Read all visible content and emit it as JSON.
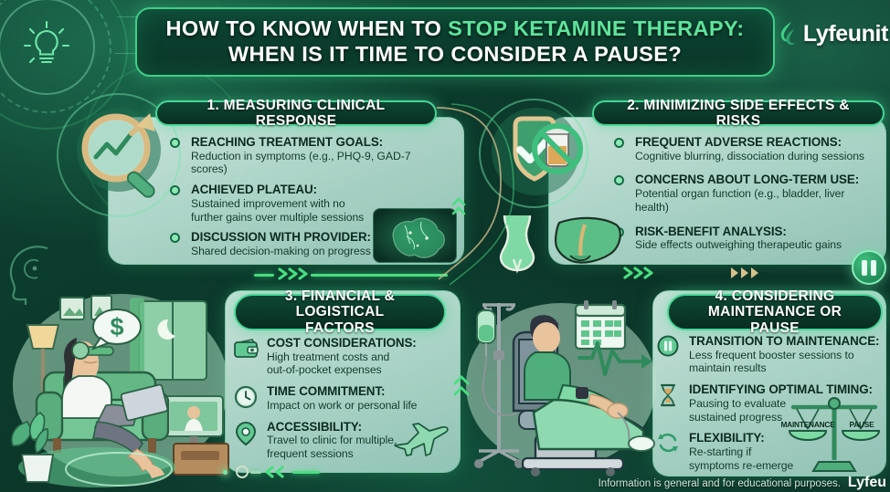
{
  "title": {
    "line1_pre": "HOW TO KNOW WHEN TO ",
    "line1_hl": "STOP KETAMINE THERAPY:",
    "line2": "WHEN IS IT TIME TO CONSIDER A PAUSE?"
  },
  "brand": {
    "name": "Lyfeunit",
    "logo_icon": "lyfeunit-leaf-logo"
  },
  "sections": [
    {
      "id": "measuring-clinical-response",
      "header": "1. MEASURING CLINICAL RESPONSE",
      "hero_icon": "magnifying-glass-growth-chart-icon",
      "side_image": "glowing-brain-illustration",
      "bullets": [
        {
          "icon": "bullet-dot",
          "head": "REACHING TREATMENT GOALS:",
          "sub": "Reduction in symptoms (e.g., PHQ-9, GAD-7 scores)"
        },
        {
          "icon": "bullet-dot",
          "head": "ACHIEVED PLATEAU:",
          "sub": "Sustained improvement with no\nfurther gains over multiple sessions"
        },
        {
          "icon": "bullet-dot",
          "head": "DISCUSSION WITH PROVIDER:",
          "sub": "Shared decision-making on progress"
        }
      ]
    },
    {
      "id": "minimizing-side-effects-risks",
      "header": "2. MINIMIZING SIDE EFFECTS & RISKS",
      "hero_icon": "shield-check-no-pills-icon",
      "side_image": "bladder-and-liver-organs-illustration",
      "bullets": [
        {
          "icon": "bullet-dot",
          "head": "FREQUENT ADVERSE REACTIONS:",
          "sub": "Cognitive blurring, dissociation during sessions"
        },
        {
          "icon": "bullet-dot",
          "head": "CONCERNS ABOUT LONG-TERM USE:",
          "sub": "Potential organ function (e.g., bladder, liver health)"
        },
        {
          "icon": "bullet-dot",
          "head": "RISK-BENEFIT ANALYSIS:",
          "sub": "Side effects outweighing therapeutic gains"
        }
      ]
    },
    {
      "id": "financial-logistical-factors",
      "header": "3. FINANCIAL & LOGISTICAL\nFACTORS",
      "side_image": "person-on-couch-telehealth-illustration",
      "bullets": [
        {
          "icon": "wallet-icon",
          "head": "COST CONSIDERATIONS:",
          "sub": "High treatment costs and\nout-of-pocket expenses"
        },
        {
          "icon": "clock-icon",
          "head": "TIME COMMITMENT:",
          "sub": "Impact on work or personal life"
        },
        {
          "icon": "location-pin-icon",
          "head": "ACCESSIBILITY:",
          "sub": "Travel to clinic for multiple,\nfrequent sessions"
        }
      ],
      "extra_icon": "airplane-icon"
    },
    {
      "id": "considering-maintenance-or-pause",
      "header": "4. CONSIDERING\nMAINTENANCE OR PAUSE",
      "side_image": "patient-in-infusion-chair-illustration",
      "bullets": [
        {
          "icon": "pause-icon",
          "head": "TRANSITION TO MAINTENANCE:",
          "sub": "Less frequent booster sessions to\nmaintain results"
        },
        {
          "icon": "hourglass-icon",
          "head": "IDENTIFYING OPTIMAL TIMING:",
          "sub": "Pausing to evaluate\nsustained progress"
        },
        {
          "icon": "refresh-cycle-icon",
          "head": "FLEXIBILITY:",
          "sub": "Re-starting if\nsymptoms re-emerge"
        }
      ],
      "scale": {
        "icon": "balance-scale-icon",
        "left_label": "MAINTENANCE",
        "right_label": "PAUSE"
      }
    }
  ],
  "decor": {
    "lightbulb_icon": "lightbulb-tech-icon",
    "head_profile_icon": "head-brain-profile-icon",
    "pause_badge_icon": "pause-circle-icon",
    "chevron_right_icon": "chevron-right-icon",
    "chevron_left_icon": "chevron-left-icon"
  },
  "footer": {
    "disclaimer": "Information is general and for educational purposes.",
    "brand": "Lyfeu"
  },
  "colors": {
    "bg_dark": "#0c3a2c",
    "accent_green": "#4ade80",
    "accent_light": "#5fe39a",
    "pill_dark": "#0e4734",
    "card_light": "#d6eee5",
    "text_dark": "#0c2b20"
  }
}
